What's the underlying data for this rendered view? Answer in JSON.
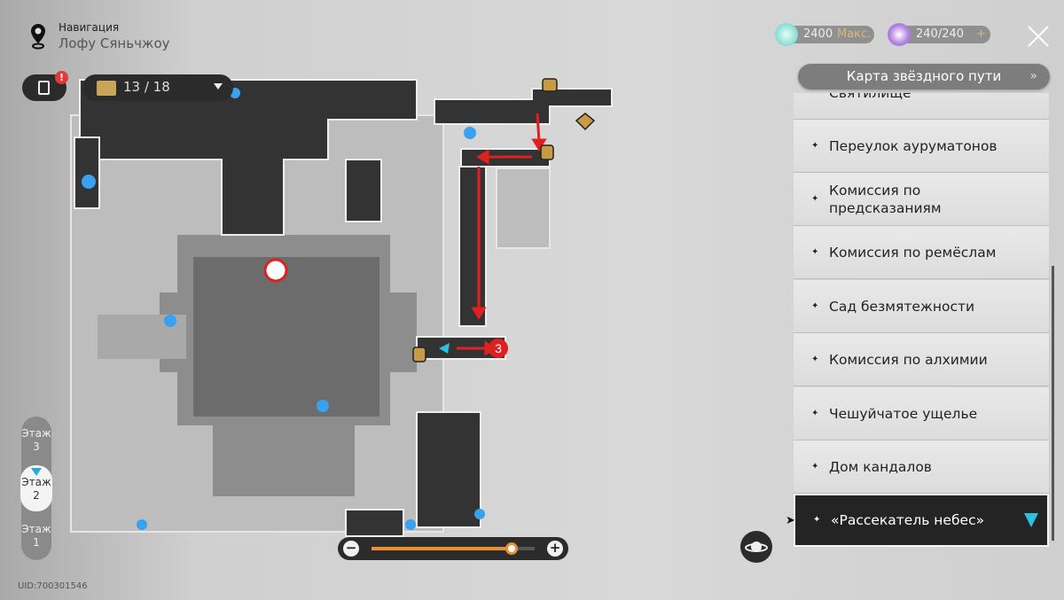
{
  "header": {
    "title": "Навигация",
    "location": "Лофу Сяньчжоу"
  },
  "quest_button": {
    "badge": "!"
  },
  "chest_counter": {
    "value": "13 / 18"
  },
  "currencies": [
    {
      "value": "2400",
      "suffix": "Макс.",
      "color": "#5fcbc0"
    },
    {
      "value": "240/240",
      "suffix": "+",
      "color": "#b27be0"
    }
  ],
  "route_button": {
    "label": "Карта звёздного пути",
    "chevron": "»"
  },
  "locations": [
    {
      "label": "Святилище",
      "selected": false
    },
    {
      "label": "Переулок ауруматонов",
      "selected": false
    },
    {
      "label": "Комиссия по предсказаниям",
      "selected": false
    },
    {
      "label": "Комиссия по ремёслам",
      "selected": false
    },
    {
      "label": "Сад безмятежности",
      "selected": false
    },
    {
      "label": "Комиссия по алхимии",
      "selected": false
    },
    {
      "label": "Чешуйчатое ущелье",
      "selected": false
    },
    {
      "label": "Дом кандалов",
      "selected": false
    },
    {
      "label": "«Рассекатель небес»",
      "selected": true
    }
  ],
  "floors": [
    {
      "label": "Этаж\n3"
    },
    {
      "label": "Этаж\n2",
      "active": true
    },
    {
      "label": "Этаж\n1"
    }
  ],
  "zoom": {
    "minus": "−",
    "plus": "+",
    "level": 0.86
  },
  "map": {
    "marker_number": "3",
    "route_color": "#e02020"
  },
  "uid": "UID:700301546"
}
